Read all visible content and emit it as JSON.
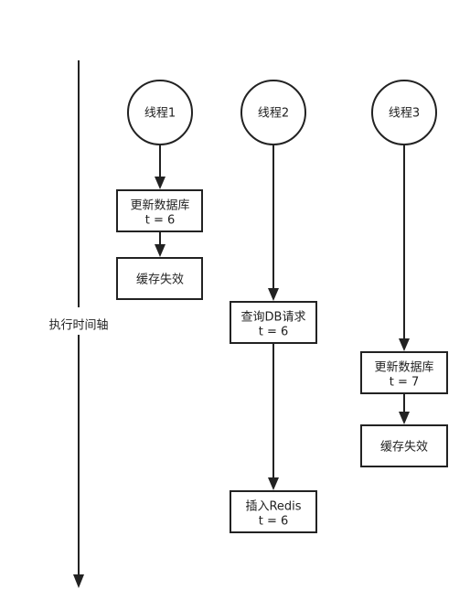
{
  "timeline": {
    "label": "执行时间轴"
  },
  "threads": {
    "t1": {
      "label": "线程1"
    },
    "t2": {
      "label": "线程2"
    },
    "t3": {
      "label": "线程3"
    }
  },
  "steps": {
    "t1_update": {
      "line1": "更新数据库",
      "line2": "t = 6"
    },
    "t1_invalidate": {
      "line1": "缓存失效"
    },
    "t2_query": {
      "line1": "查询DB请求",
      "line2": "t = 6"
    },
    "t2_insert": {
      "line1": "插入Redis",
      "line2": "t = 6"
    },
    "t3_update": {
      "line1": "更新数据库",
      "line2": "t = 7"
    },
    "t3_invalidate": {
      "line1": "缓存失效"
    }
  },
  "colors": {
    "stroke": "#222222",
    "fill": "#ffffff",
    "text": "#222222"
  }
}
